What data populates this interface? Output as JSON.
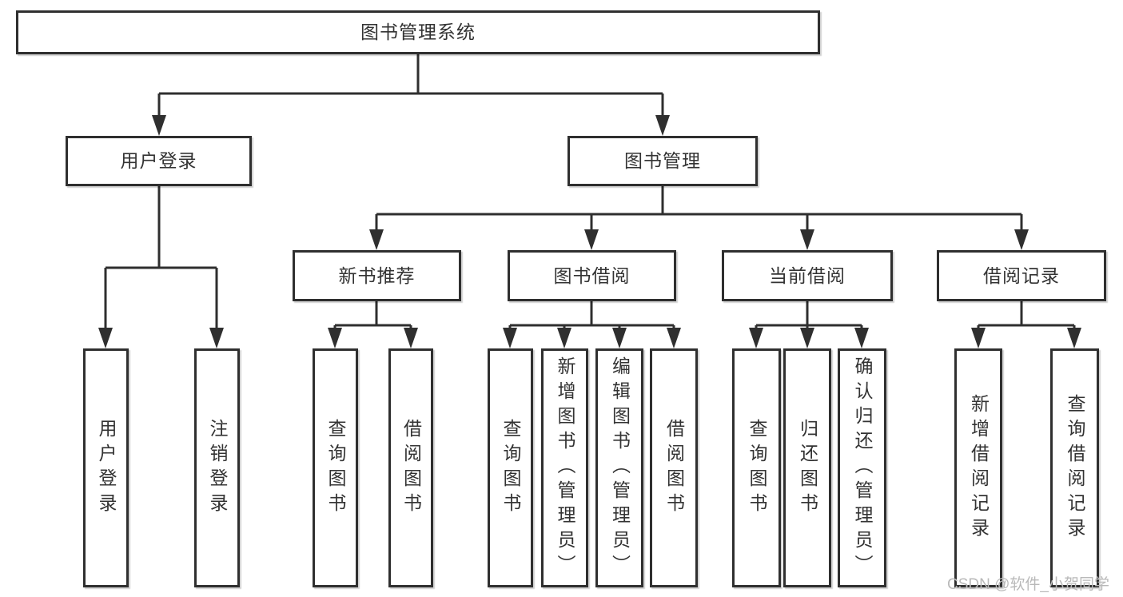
{
  "tree": {
    "root": {
      "label": "图书管理系统"
    },
    "branches": [
      {
        "label": "用户登录",
        "children": [
          {
            "label": "用户登录"
          },
          {
            "label": "注销登录"
          }
        ]
      },
      {
        "label": "图书管理",
        "children": [
          {
            "label": "新书推荐",
            "children": [
              {
                "label": "查询图书"
              },
              {
                "label": "借阅图书"
              }
            ]
          },
          {
            "label": "图书借阅",
            "children": [
              {
                "label": "查询图书"
              },
              {
                "label": "新增图书（管理员）"
              },
              {
                "label": "编辑图书（管理员）"
              },
              {
                "label": "借阅图书"
              }
            ]
          },
          {
            "label": "当前借阅",
            "children": [
              {
                "label": "查询图书"
              },
              {
                "label": "归还图书"
              },
              {
                "label": "确认归还（管理员）"
              }
            ]
          },
          {
            "label": "借阅记录",
            "children": [
              {
                "label": "新增借阅记录"
              },
              {
                "label": "查询借阅记录"
              }
            ]
          }
        ]
      }
    ]
  },
  "watermark": "CSDN @软件_小贺同学",
  "colors": {
    "line": "#2f2f2f",
    "box_border": "#2f2f2f",
    "box_bg": "#ffffff",
    "text": "#333333",
    "watermark": "#b9b9b9"
  }
}
